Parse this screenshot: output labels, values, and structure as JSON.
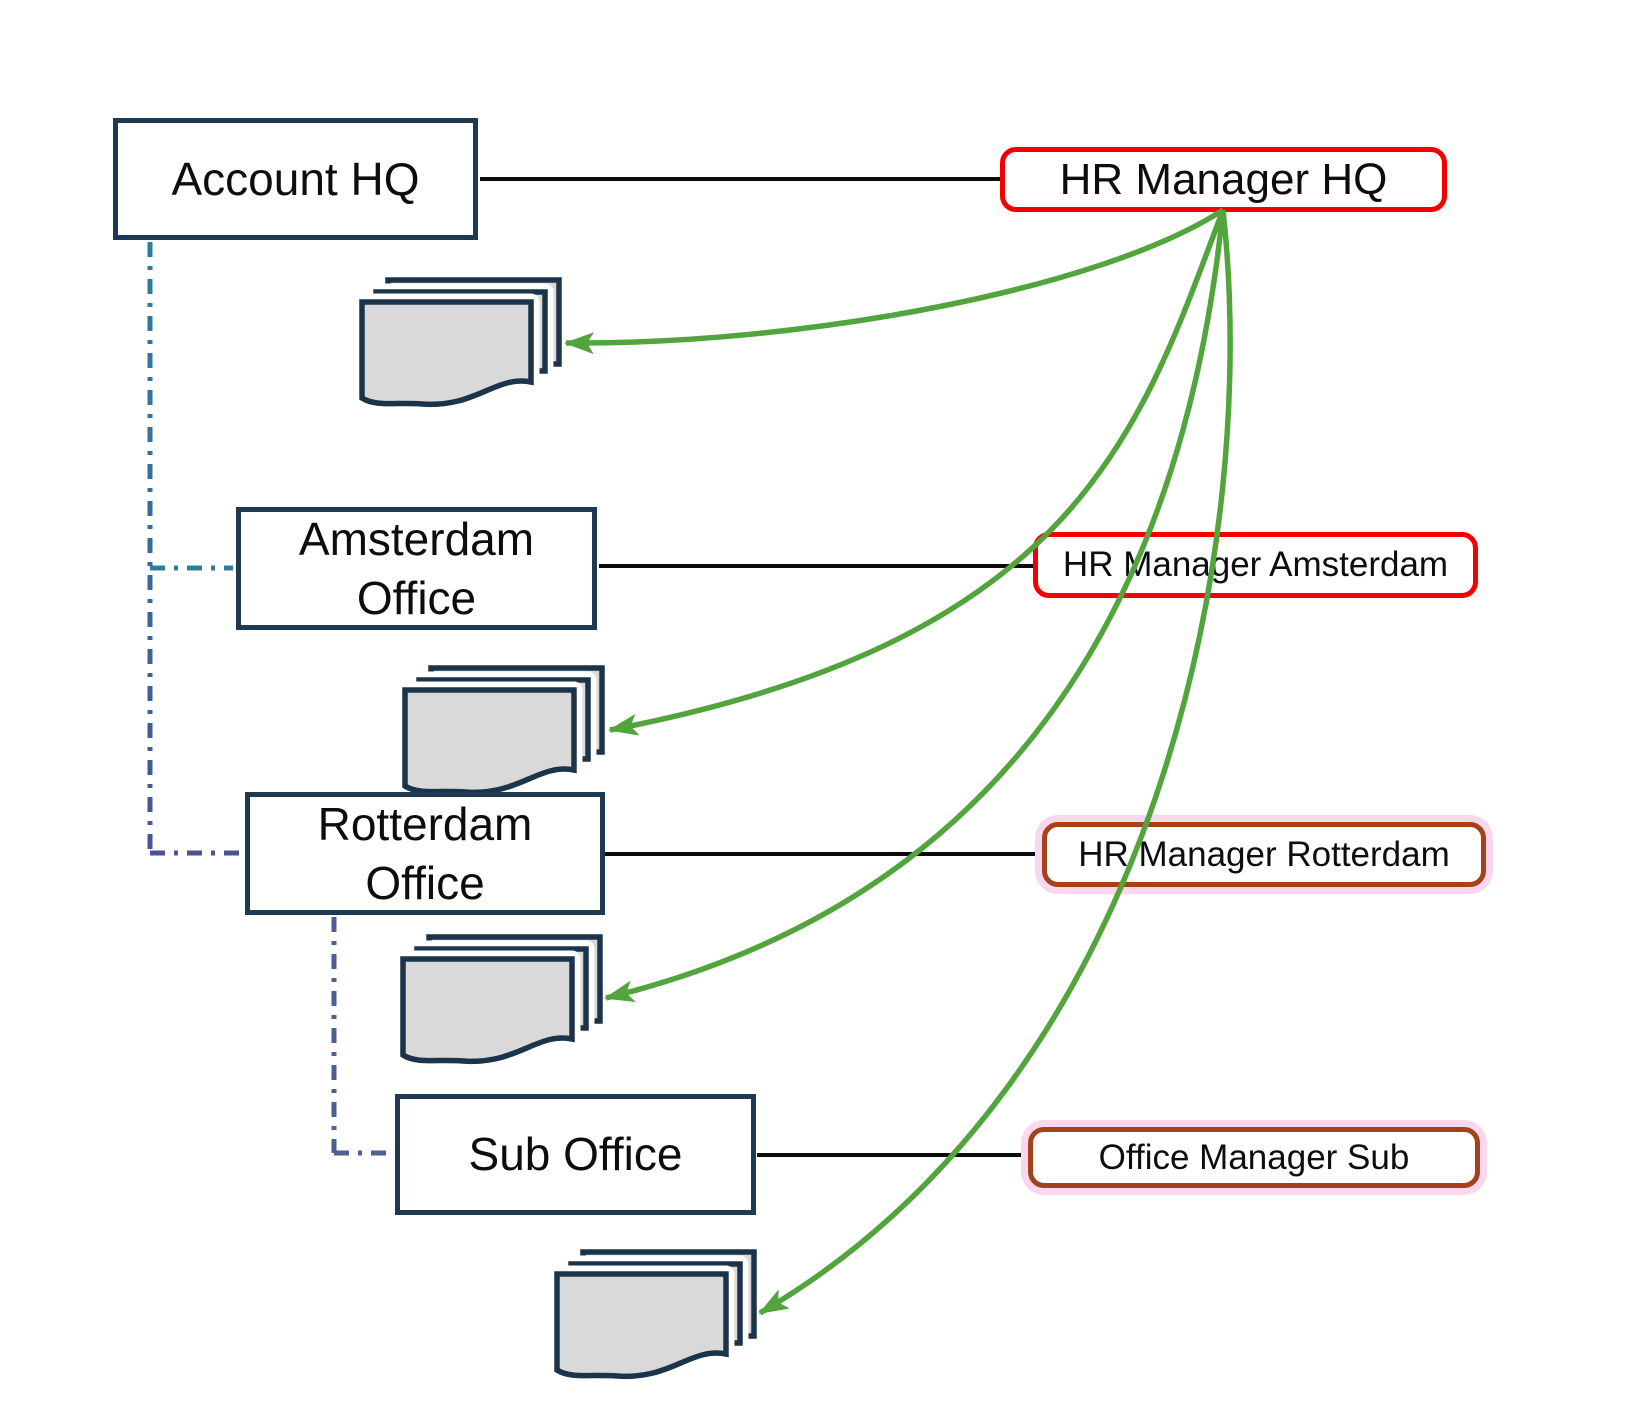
{
  "diagram": {
    "offices": [
      {
        "label": "Account HQ"
      },
      {
        "label": "Amsterdam\nOffice"
      },
      {
        "label": "Rotterdam\nOffice"
      },
      {
        "label": "Sub Office"
      }
    ],
    "managers": [
      {
        "label": "HR Manager HQ",
        "border_style": "red"
      },
      {
        "label": "HR Manager Amsterdam",
        "border_style": "red"
      },
      {
        "label": "HR Manager Rotterdam",
        "border_style": "brown-highlighted"
      },
      {
        "label": "Office Manager Sub",
        "border_style": "brown-highlighted"
      }
    ],
    "icons": {
      "documents_stack": "multi-page-documents-icon",
      "arrowhead": "left-pointing-arrowhead-icon"
    },
    "connections": {
      "office_to_manager": "solid black line",
      "hierarchy": "dash-dot blue line",
      "hq_manager_to_documents": "curved green arrow"
    },
    "colors": {
      "office_border": "#1d3a52",
      "manager_border_red": "#f40000",
      "manager_border_brown": "#a5421c",
      "highlight_halo_pink": "#fbd7ef",
      "document_fill": "#d9d9d9",
      "arrow_green": "#52a43c",
      "dash_teal": "#2e7d9b",
      "dash_purple": "#4b5392",
      "link_black": "#0b0b0b"
    }
  }
}
